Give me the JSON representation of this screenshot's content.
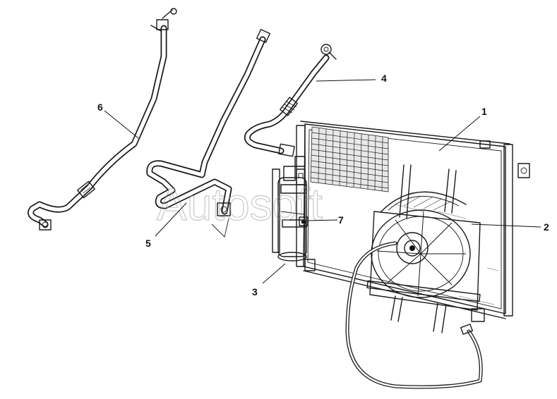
{
  "diagram": {
    "watermark": "Autosoft",
    "callouts": [
      {
        "id": "1",
        "label": "1",
        "part": "condenser"
      },
      {
        "id": "2",
        "label": "2",
        "part": "cooling-fan"
      },
      {
        "id": "3",
        "label": "3",
        "part": "receiver-drier"
      },
      {
        "id": "4",
        "label": "4",
        "part": "hose-4"
      },
      {
        "id": "5",
        "label": "5",
        "part": "pipe-5"
      },
      {
        "id": "6",
        "label": "6",
        "part": "hose-6"
      },
      {
        "id": "7",
        "label": "7",
        "part": "pressure-switch"
      }
    ]
  }
}
